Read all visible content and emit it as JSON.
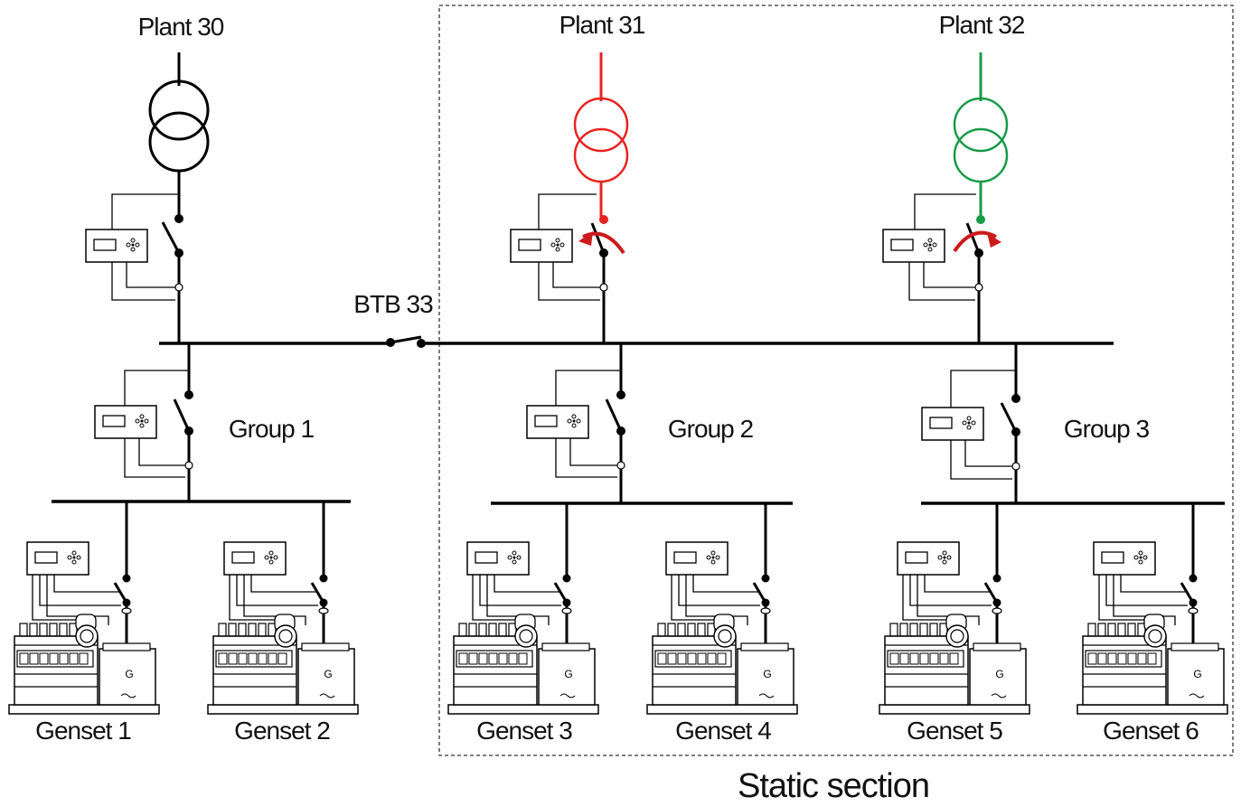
{
  "plants": [
    {
      "label": "Plant 30",
      "color": "#000000"
    },
    {
      "label": "Plant 31",
      "color": "#e8231f"
    },
    {
      "label": "Plant 32",
      "color": "#1a9a4a"
    }
  ],
  "btb_label": "BTB 33",
  "groups": [
    "Group 1",
    "Group 2",
    "Group 3"
  ],
  "gensets": [
    "Genset 1",
    "Genset 2",
    "Genset 3",
    "Genset 4",
    "Genset 5",
    "Genset 6"
  ],
  "generator_symbol": "G",
  "static_section_label": "Static section",
  "arrow_color": "#cc1b1b"
}
